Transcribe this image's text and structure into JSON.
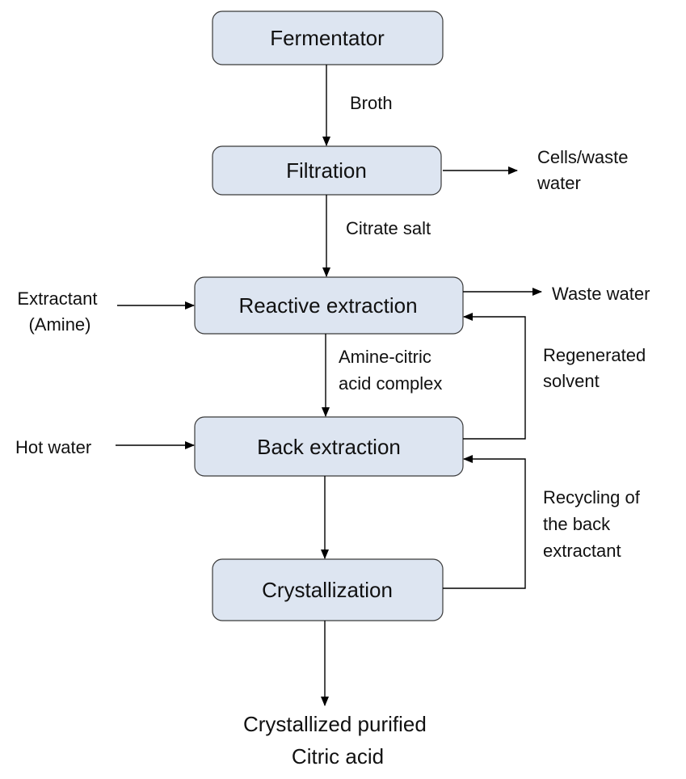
{
  "diagram": {
    "nodes": {
      "fermentator": "Fermentator",
      "filtration": "Filtration",
      "reactive_extraction": "Reactive extraction",
      "back_extraction": "Back extraction",
      "crystallization": "Crystallization"
    },
    "edges": {
      "broth": "Broth",
      "citrate_salt": "Citrate salt",
      "cells_waste_water": [
        "Cells/waste",
        "water"
      ],
      "extractant": [
        "Extractant",
        "(Amine)"
      ],
      "waste_water": "Waste water",
      "amine_complex": [
        "Amine-citric",
        "acid complex"
      ],
      "regenerated_solvent": [
        "Regenerated",
        "solvent"
      ],
      "hot_water": "Hot water",
      "recycling": [
        "Recycling of",
        "the back",
        "extractant"
      ]
    },
    "output": [
      "Crystallized purified",
      "Citric acid"
    ]
  }
}
